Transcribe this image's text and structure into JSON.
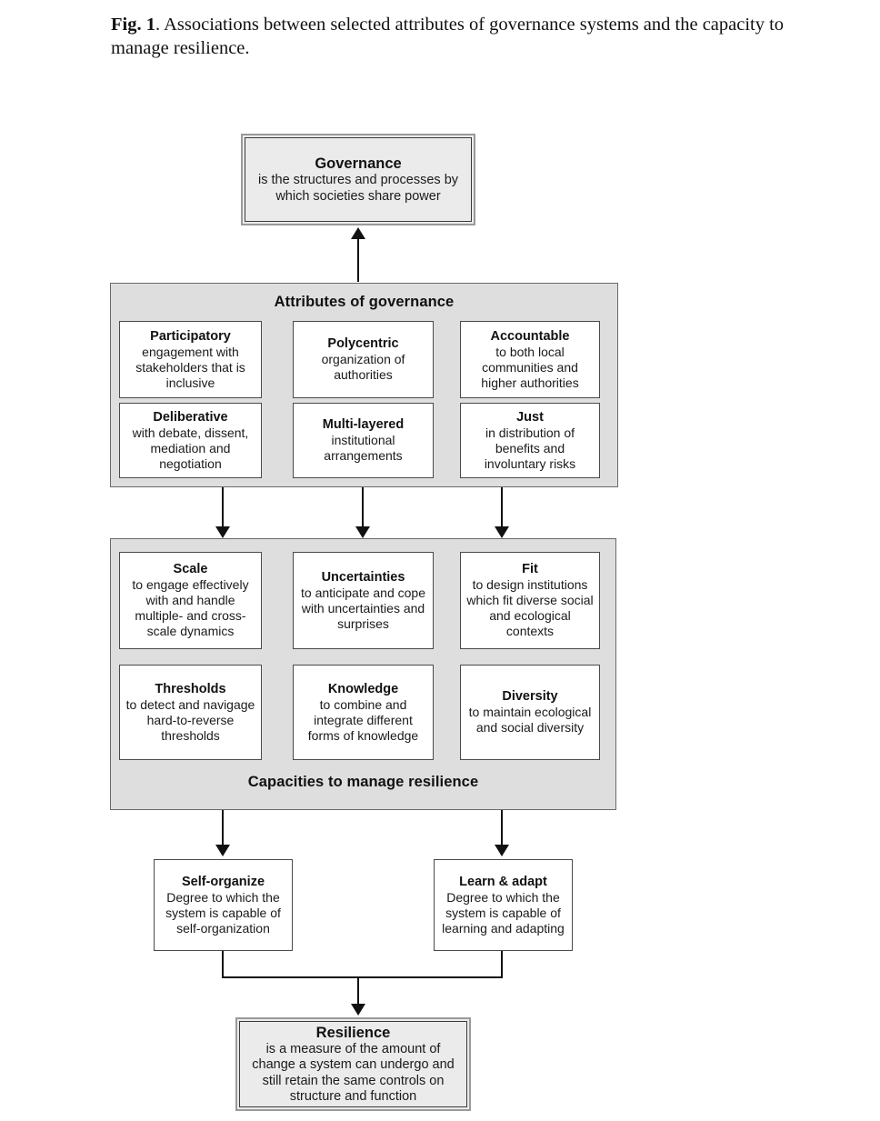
{
  "figure": {
    "label": "Fig. 1",
    "caption": ". Associations between selected attributes of governance systems and the capacity to manage resilience."
  },
  "governance": {
    "title": "Governance",
    "body": "is the structures and processes by which societies share power"
  },
  "attributes_panel": {
    "title": "Attributes of governance",
    "items": [
      {
        "title": "Participatory",
        "body": "engagement with stakeholders that is inclusive"
      },
      {
        "title": "Polycentric",
        "body": "organization of authorities"
      },
      {
        "title": "Accountable",
        "body": "to both local communities and higher authorities"
      },
      {
        "title": "Deliberative",
        "body": "with debate, dissent, mediation and negotiation"
      },
      {
        "title": "Multi-layered",
        "body": "institutional arrangements"
      },
      {
        "title": "Just",
        "body": "in distribution of benefits and involuntary risks"
      }
    ]
  },
  "capacities_panel": {
    "title": "Capacities to manage resilience",
    "items": [
      {
        "title": "Scale",
        "body": "to engage effectively with and handle multiple- and cross-scale dynamics"
      },
      {
        "title": "Uncertainties",
        "body": "to anticipate and cope with uncertainties and surprises"
      },
      {
        "title": "Fit",
        "body": "to design institutions which fit diverse social and ecological contexts"
      },
      {
        "title": "Thresholds",
        "body": "to detect and navigage hard-to-reverse thresholds"
      },
      {
        "title": "Knowledge",
        "body": "to combine and integrate different forms of knowledge"
      },
      {
        "title": "Diversity",
        "body": "to maintain ecological and social diversity"
      }
    ]
  },
  "outcomes": [
    {
      "title": "Self-organize",
      "body": "Degree to which the system is capable of self-organization"
    },
    {
      "title": "Learn & adapt",
      "body": "Degree to which the system is capable of learning and adapting"
    }
  ],
  "resilience": {
    "title": "Resilience",
    "body": "is a measure of the amount of change a system can undergo and still retain the same controls on structure and function"
  },
  "colors": {
    "panel_fill": "#dedede",
    "node_fill": "#ffffff",
    "emphasis_fill": "#ebebeb",
    "stroke": "#111111"
  }
}
